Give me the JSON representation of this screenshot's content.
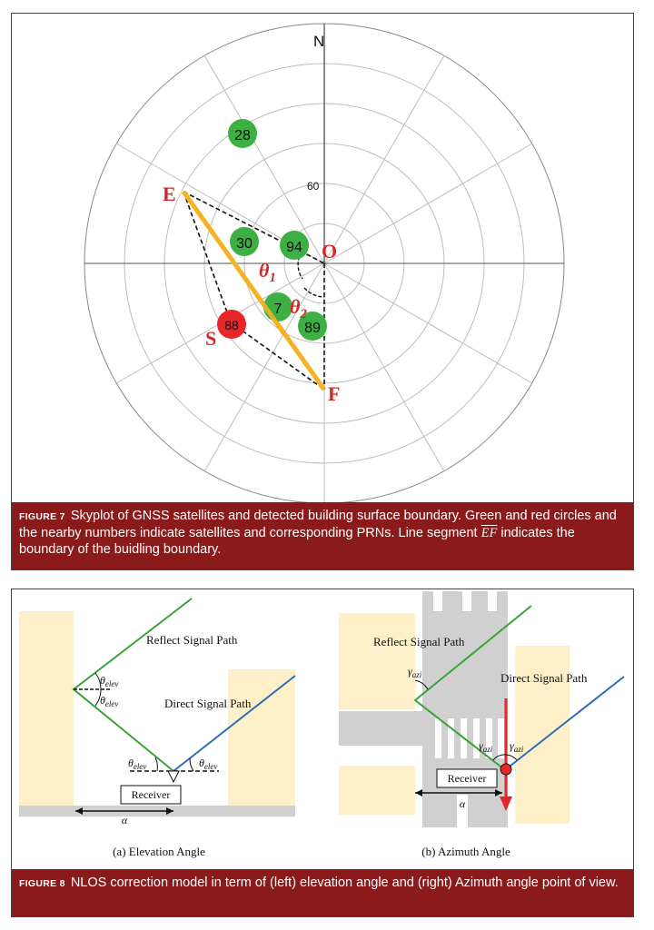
{
  "figure7": {
    "north_label": "N",
    "elevation_label": "60",
    "point_labels": {
      "E": "E",
      "O": "O",
      "S": "S",
      "F": "F"
    },
    "angle_labels": [
      "θ",
      "1",
      "θ",
      "2"
    ],
    "satellites": [
      {
        "prn": "28",
        "color": "#3cb043",
        "status": "LOS"
      },
      {
        "prn": "30",
        "color": "#3cb043",
        "status": "LOS"
      },
      {
        "prn": "94",
        "color": "#3cb043",
        "status": "LOS"
      },
      {
        "prn": "7",
        "color": "#3cb043",
        "status": "LOS"
      },
      {
        "prn": "89",
        "color": "#3cb043",
        "status": "LOS"
      },
      {
        "prn": "88",
        "color": "#e8262a",
        "status": "NLOS"
      }
    ],
    "caption_label": "FIGURE 7",
    "caption_text_1": "Skyplot of GNSS satellites and detected building surface boundary. Green and red circles and the nearby numbers indicate satellites and corresponding PRNs. Line segment ",
    "caption_ef": "EF",
    "caption_text_2": " indicates the boundary of the buidling boundary."
  },
  "figure8": {
    "left": {
      "reflect_label": "Reflect Signal Path",
      "direct_label": "Direct Signal Path",
      "theta": "θ",
      "elev_sub": "elev",
      "receiver_label": "Receiver",
      "alpha": "α",
      "sub_caption": "(a) Elevation Angle"
    },
    "right": {
      "reflect_label": "Reflect Signal Path",
      "direct_label": "Direct Signal Path",
      "gamma": "γ",
      "azi_sub": "azi",
      "receiver_label": "Receiver",
      "alpha": "α",
      "sub_caption": "(b) Azimuth Angle"
    },
    "caption_label": "FIGURE 8",
    "caption_text": "NLOS correction model in term of (left) elevation angle and (right) Azimuth angle point of view."
  },
  "colors": {
    "caption_bg": "#8b1a1a",
    "los": "#3cb043",
    "nlos": "#e8262a",
    "boundary": "#f5b324",
    "building": "#fdf0c8",
    "road": "#d0d0d0",
    "reflect_path": "#3aa335",
    "direct_path": "#2f6db5"
  }
}
